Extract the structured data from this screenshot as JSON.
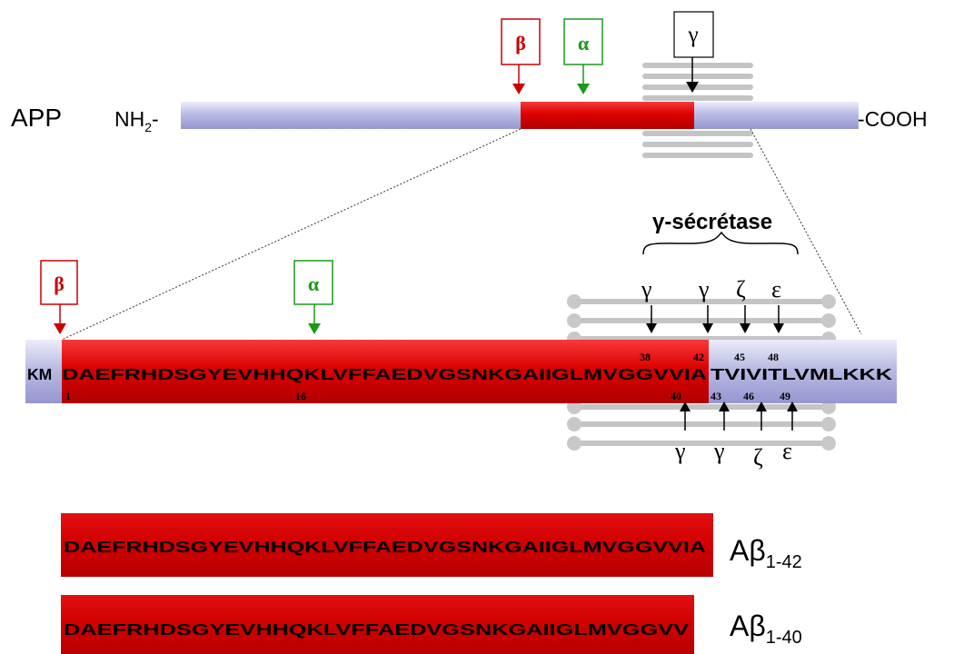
{
  "app": {
    "label": "APP",
    "nterm": "NH",
    "nterm_sub": "2",
    "nterm_dash": "-",
    "cterm": "-COOH"
  },
  "cleavage_markers": {
    "beta": "β",
    "alpha": "α",
    "gamma": "γ"
  },
  "gamma_secretase": {
    "label": "γ-sécrétase"
  },
  "sequence": {
    "left_flank": "KM",
    "abeta": "DAEFRHDSGYEVHHQKLVFFAEDVGSNKGAIIGLMVGGVVIA",
    "right_flank": "TVIVITLVMLKKK",
    "numbers_top": [
      "38",
      "42",
      "45",
      "48"
    ],
    "numbers_bottom": [
      "1",
      "16",
      "40",
      "43",
      "46",
      "49"
    ],
    "top_sites": [
      "γ",
      "γ",
      "ζ",
      "ε"
    ],
    "bottom_sites": [
      "γ",
      "γ",
      "ζ",
      "ε"
    ]
  },
  "products": [
    {
      "sequence": "DAEFRHDSGYEVHHQKLVFFAEDVGSNKGAIIGLMVGGVVIA",
      "label": "Aβ",
      "sub": "1-42"
    },
    {
      "sequence": "DAEFRHDSGYEVHHQKLVFFAEDVGSNKGAIIGLMVGGVV",
      "label": "Aβ",
      "sub": "1-40"
    }
  ],
  "colors": {
    "abeta_red": "#d40000",
    "flank_lavender": "#b6b8e2",
    "beta_marker": "#cc0000",
    "alpha_marker": "#1a9a1a",
    "membrane_gray": "#c0c0c0"
  }
}
